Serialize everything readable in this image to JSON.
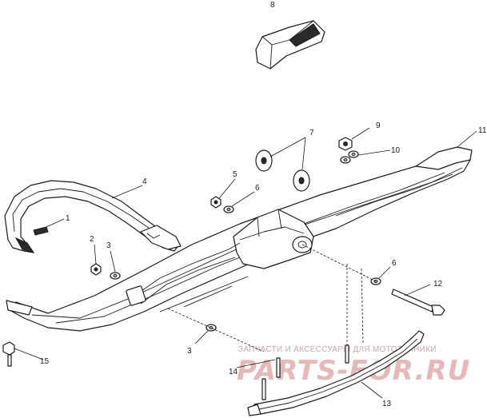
{
  "callouts": {
    "c1": "1",
    "c2": "2",
    "c3a": "3",
    "c3b": "3",
    "c4": "4",
    "c5": "5",
    "c6a": "6",
    "c6b": "6",
    "c7": "7",
    "c8": "8",
    "c9": "9",
    "c10": "10",
    "c11": "11",
    "c12": "12",
    "c13": "13",
    "c14": "14",
    "c15": "15"
  },
  "watermark": {
    "top": "ЗАПЧАСТИ И АКСЕССУАРЫ ДЛЯ МОТОТЕХНИКИ",
    "logo": "PARTS-FOR.RU"
  },
  "colors": {
    "line": "#1a1a1a",
    "watermark": "#e6b8b8"
  }
}
